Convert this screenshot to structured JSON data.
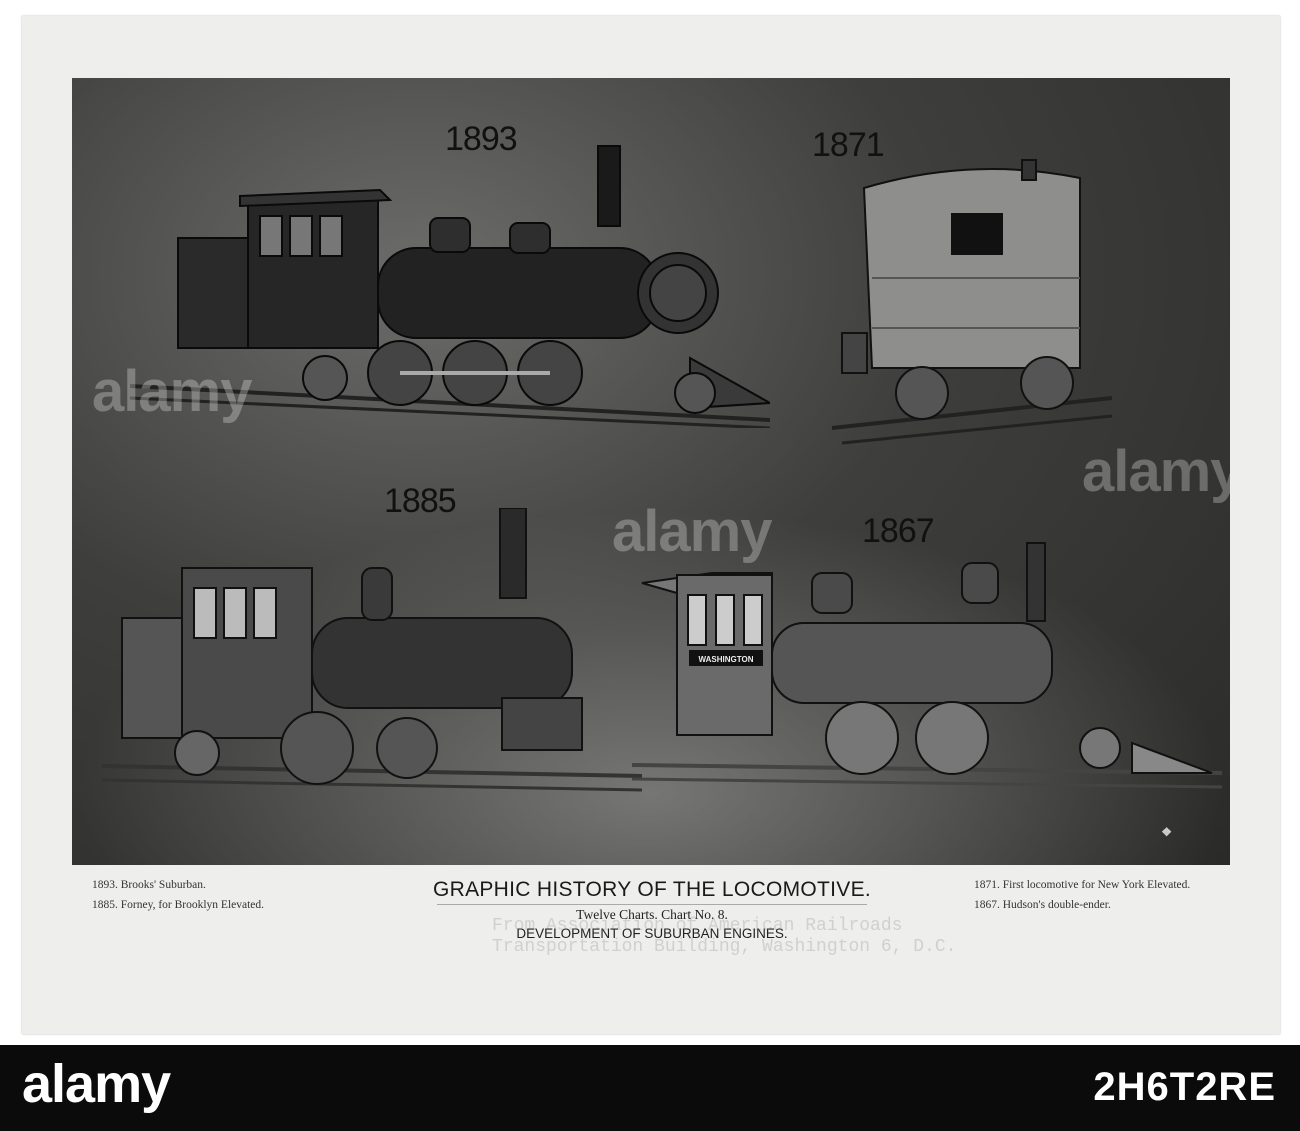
{
  "plate": {
    "years": [
      "1893",
      "1871",
      "1885",
      "1867"
    ],
    "nameplate": "WASHINGTON"
  },
  "captions": {
    "left": [
      "1893. Brooks' Suburban.",
      "1885. Forney, for Brooklyn Elevated."
    ],
    "right": [
      "1871. First locomotive for New York Elevated.",
      "1867. Hudson's double-ender."
    ]
  },
  "title_block": {
    "title": "GRAPHIC HISTORY OF THE LOCOMOTIVE.",
    "subtitle": "Twelve Charts. Chart No. 8.",
    "heading": "DEVELOPMENT OF SUBURBAN ENGINES."
  },
  "ghost_text": [
    "From Association of American Railroads",
    "Transportation Building, Washington 6, D.C."
  ],
  "watermarks": [
    "alamy",
    "alamy",
    "alamy"
  ],
  "footer": {
    "brand": "alamy",
    "stock_id": "2H6T2RE"
  }
}
